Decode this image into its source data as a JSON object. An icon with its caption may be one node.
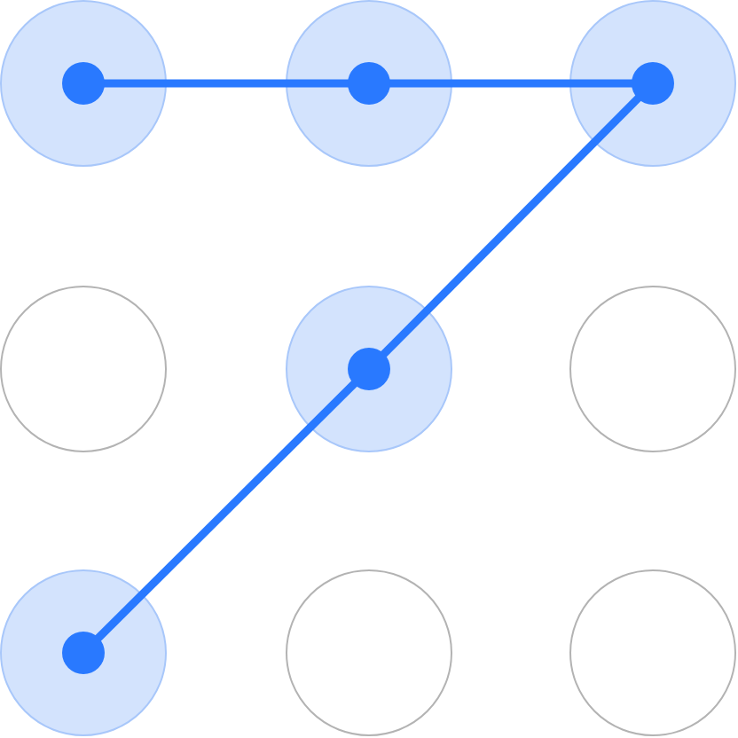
{
  "diagram": {
    "nodes": [
      {
        "text": [],
        "shape": "circle"
      },
      {
        "text": [],
        "shape": "circle"
      },
      {
        "text": [],
        "shape": "circle"
      },
      {
        "text": [],
        "shape": "circle"
      },
      {
        "text": [],
        "shape": "circle"
      },
      {
        "text": [],
        "shape": "circle"
      },
      {
        "text": [],
        "shape": "circle"
      },
      {
        "text": [],
        "shape": "circle"
      },
      {
        "text": [],
        "shape": "circle"
      }
    ],
    "edges": [
      {
        "from": 0,
        "to": 1,
        "arrow": "none"
      },
      {
        "from": 1,
        "to": 2,
        "arrow": "none"
      },
      {
        "from": 2,
        "to": 4,
        "arrow": "none"
      },
      {
        "from": 4,
        "to": 6,
        "arrow": "none"
      }
    ]
  }
}
